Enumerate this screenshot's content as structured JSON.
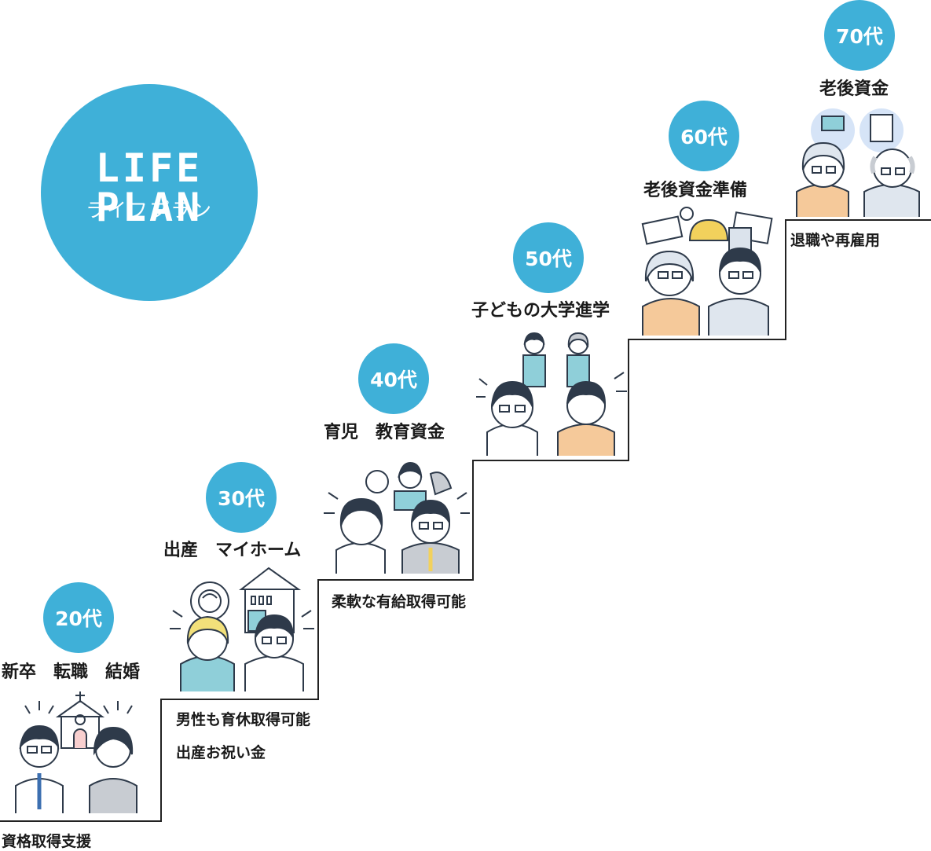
{
  "logo": {
    "title": "LIFE PLAN",
    "subtitle": "ライフプラン"
  },
  "colors": {
    "accent": "#3fb0d8",
    "stair_line": "#222222",
    "skin": "#ffffff",
    "hair": "#2e3a4a",
    "shirt_blue": "#8fcfd9",
    "shirt_orange": "#f5c99a",
    "tie": "#f2d15c"
  },
  "stages": [
    {
      "age": "20代",
      "events": "新卒　転職　結婚",
      "benefits": [
        "資格取得支援"
      ],
      "illustration": "wedding-couple-icon"
    },
    {
      "age": "30代",
      "events": "出産　マイホーム",
      "benefits": [
        "男性も育休取得可能",
        "出産お祝い金"
      ],
      "illustration": "baby-house-family-icon"
    },
    {
      "age": "40代",
      "events": "育児　教育資金",
      "benefits": [
        "柔軟な有給取得可能"
      ],
      "illustration": "parenting-family-icon"
    },
    {
      "age": "50代",
      "events": "子どもの大学進学",
      "benefits": [],
      "illustration": "graduation-family-icon"
    },
    {
      "age": "60代",
      "events": "老後資金準備",
      "benefits": [],
      "illustration": "retirement-saving-couple-icon"
    },
    {
      "age": "70代",
      "events": "老後資金",
      "benefits": [
        "退職や再雇用"
      ],
      "illustration": "senior-couple-icon"
    }
  ]
}
